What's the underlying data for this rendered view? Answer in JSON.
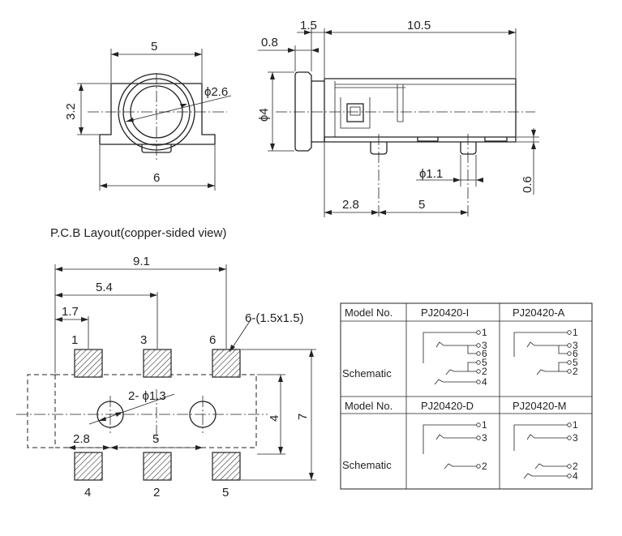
{
  "front_view": {
    "dim_width": "5",
    "dim_height": "3.2",
    "dim_base": "6",
    "dim_diameter": "ϕ2.6"
  },
  "side_view": {
    "dim_08": "0.8",
    "dim_15": "1.5",
    "dim_105": "10.5",
    "dim_phi4": "ϕ4",
    "dim_phi11": "ϕ1.1",
    "dim_06": "0.6",
    "dim_28": "2.8",
    "dim_5": "5"
  },
  "pcb": {
    "title": "P.C.B Layout(copper-sided view)",
    "dim_91": "9.1",
    "dim_54": "5.4",
    "dim_17": "1.7",
    "pad_note": "6-(1.5x1.5)",
    "hole_note": "2- ϕ1.3",
    "dim_28": "2.8",
    "dim_5": "5",
    "dim_4": "4",
    "dim_7": "7",
    "pins_top": [
      "1",
      "3",
      "6"
    ],
    "pins_bottom": [
      "4",
      "2",
      "5"
    ]
  },
  "table": {
    "model_label": "Model No.",
    "schematic_label": "Schematic",
    "models": [
      "PJ20420-I",
      "PJ20420-A",
      "PJ20420-D",
      "PJ20420-M"
    ],
    "pins_i": [
      "1",
      "3",
      "6",
      "5",
      "2",
      "4"
    ],
    "pins_a": [
      "1",
      "3",
      "6",
      "5",
      "2"
    ],
    "pins_d": [
      "1",
      "3",
      "2"
    ],
    "pins_m": [
      "1",
      "3",
      "2",
      "4"
    ]
  }
}
